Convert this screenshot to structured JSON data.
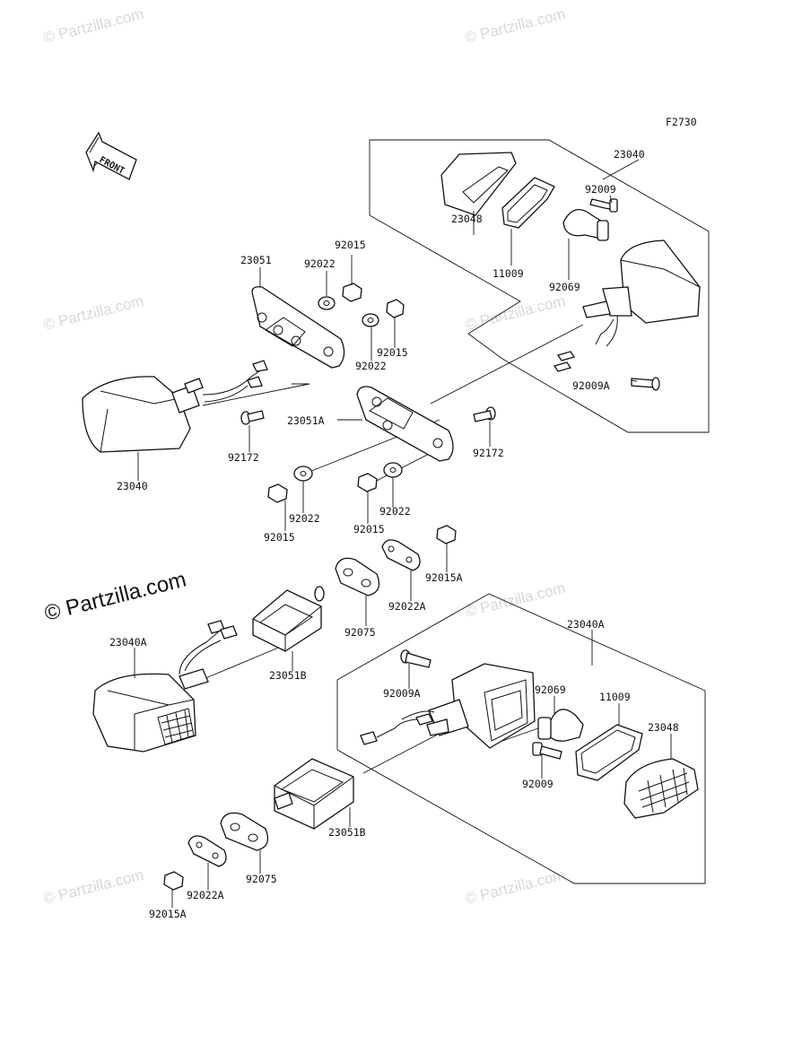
{
  "figure_code": "F2730",
  "front_label": "FRONT",
  "watermarks": {
    "small": "© Partzilla.com",
    "large": "© Partzilla.com"
  },
  "parts": [
    {
      "id": "23040-rr",
      "label": "23040"
    },
    {
      "id": "92009-rr",
      "label": "92009"
    },
    {
      "id": "23048-rr",
      "label": "23048"
    },
    {
      "id": "11009-rr",
      "label": "11009"
    },
    {
      "id": "92069-rr",
      "label": "92069"
    },
    {
      "id": "92009A-rr",
      "label": "92009A"
    },
    {
      "id": "23051",
      "label": "23051"
    },
    {
      "id": "92022-a",
      "label": "92022"
    },
    {
      "id": "92015-a",
      "label": "92015"
    },
    {
      "id": "92015-b",
      "label": "92015"
    },
    {
      "id": "92022-b",
      "label": "92022"
    },
    {
      "id": "23040-lr",
      "label": "23040"
    },
    {
      "id": "92172-l",
      "label": "92172"
    },
    {
      "id": "23051A",
      "label": "23051A"
    },
    {
      "id": "92172-r",
      "label": "92172"
    },
    {
      "id": "92022-c",
      "label": "92022"
    },
    {
      "id": "92015-c",
      "label": "92015"
    },
    {
      "id": "92015-d",
      "label": "92015"
    },
    {
      "id": "92022-d",
      "label": "92022"
    },
    {
      "id": "92015A-a",
      "label": "92015A"
    },
    {
      "id": "92022A-a",
      "label": "92022A"
    },
    {
      "id": "92075-a",
      "label": "92075"
    },
    {
      "id": "23040A-l",
      "label": "23040A"
    },
    {
      "id": "23051B-a",
      "label": "23051B"
    },
    {
      "id": "23040A-r",
      "label": "23040A"
    },
    {
      "id": "92009A-fr",
      "label": "92009A"
    },
    {
      "id": "92069-fr",
      "label": "92069"
    },
    {
      "id": "11009-fr",
      "label": "11009"
    },
    {
      "id": "23048-fr",
      "label": "23048"
    },
    {
      "id": "92009-fr",
      "label": "92009"
    },
    {
      "id": "23051B-b",
      "label": "23051B"
    },
    {
      "id": "92075-b",
      "label": "92075"
    },
    {
      "id": "92022A-b",
      "label": "92022A"
    },
    {
      "id": "92015A-b",
      "label": "92015A"
    }
  ]
}
